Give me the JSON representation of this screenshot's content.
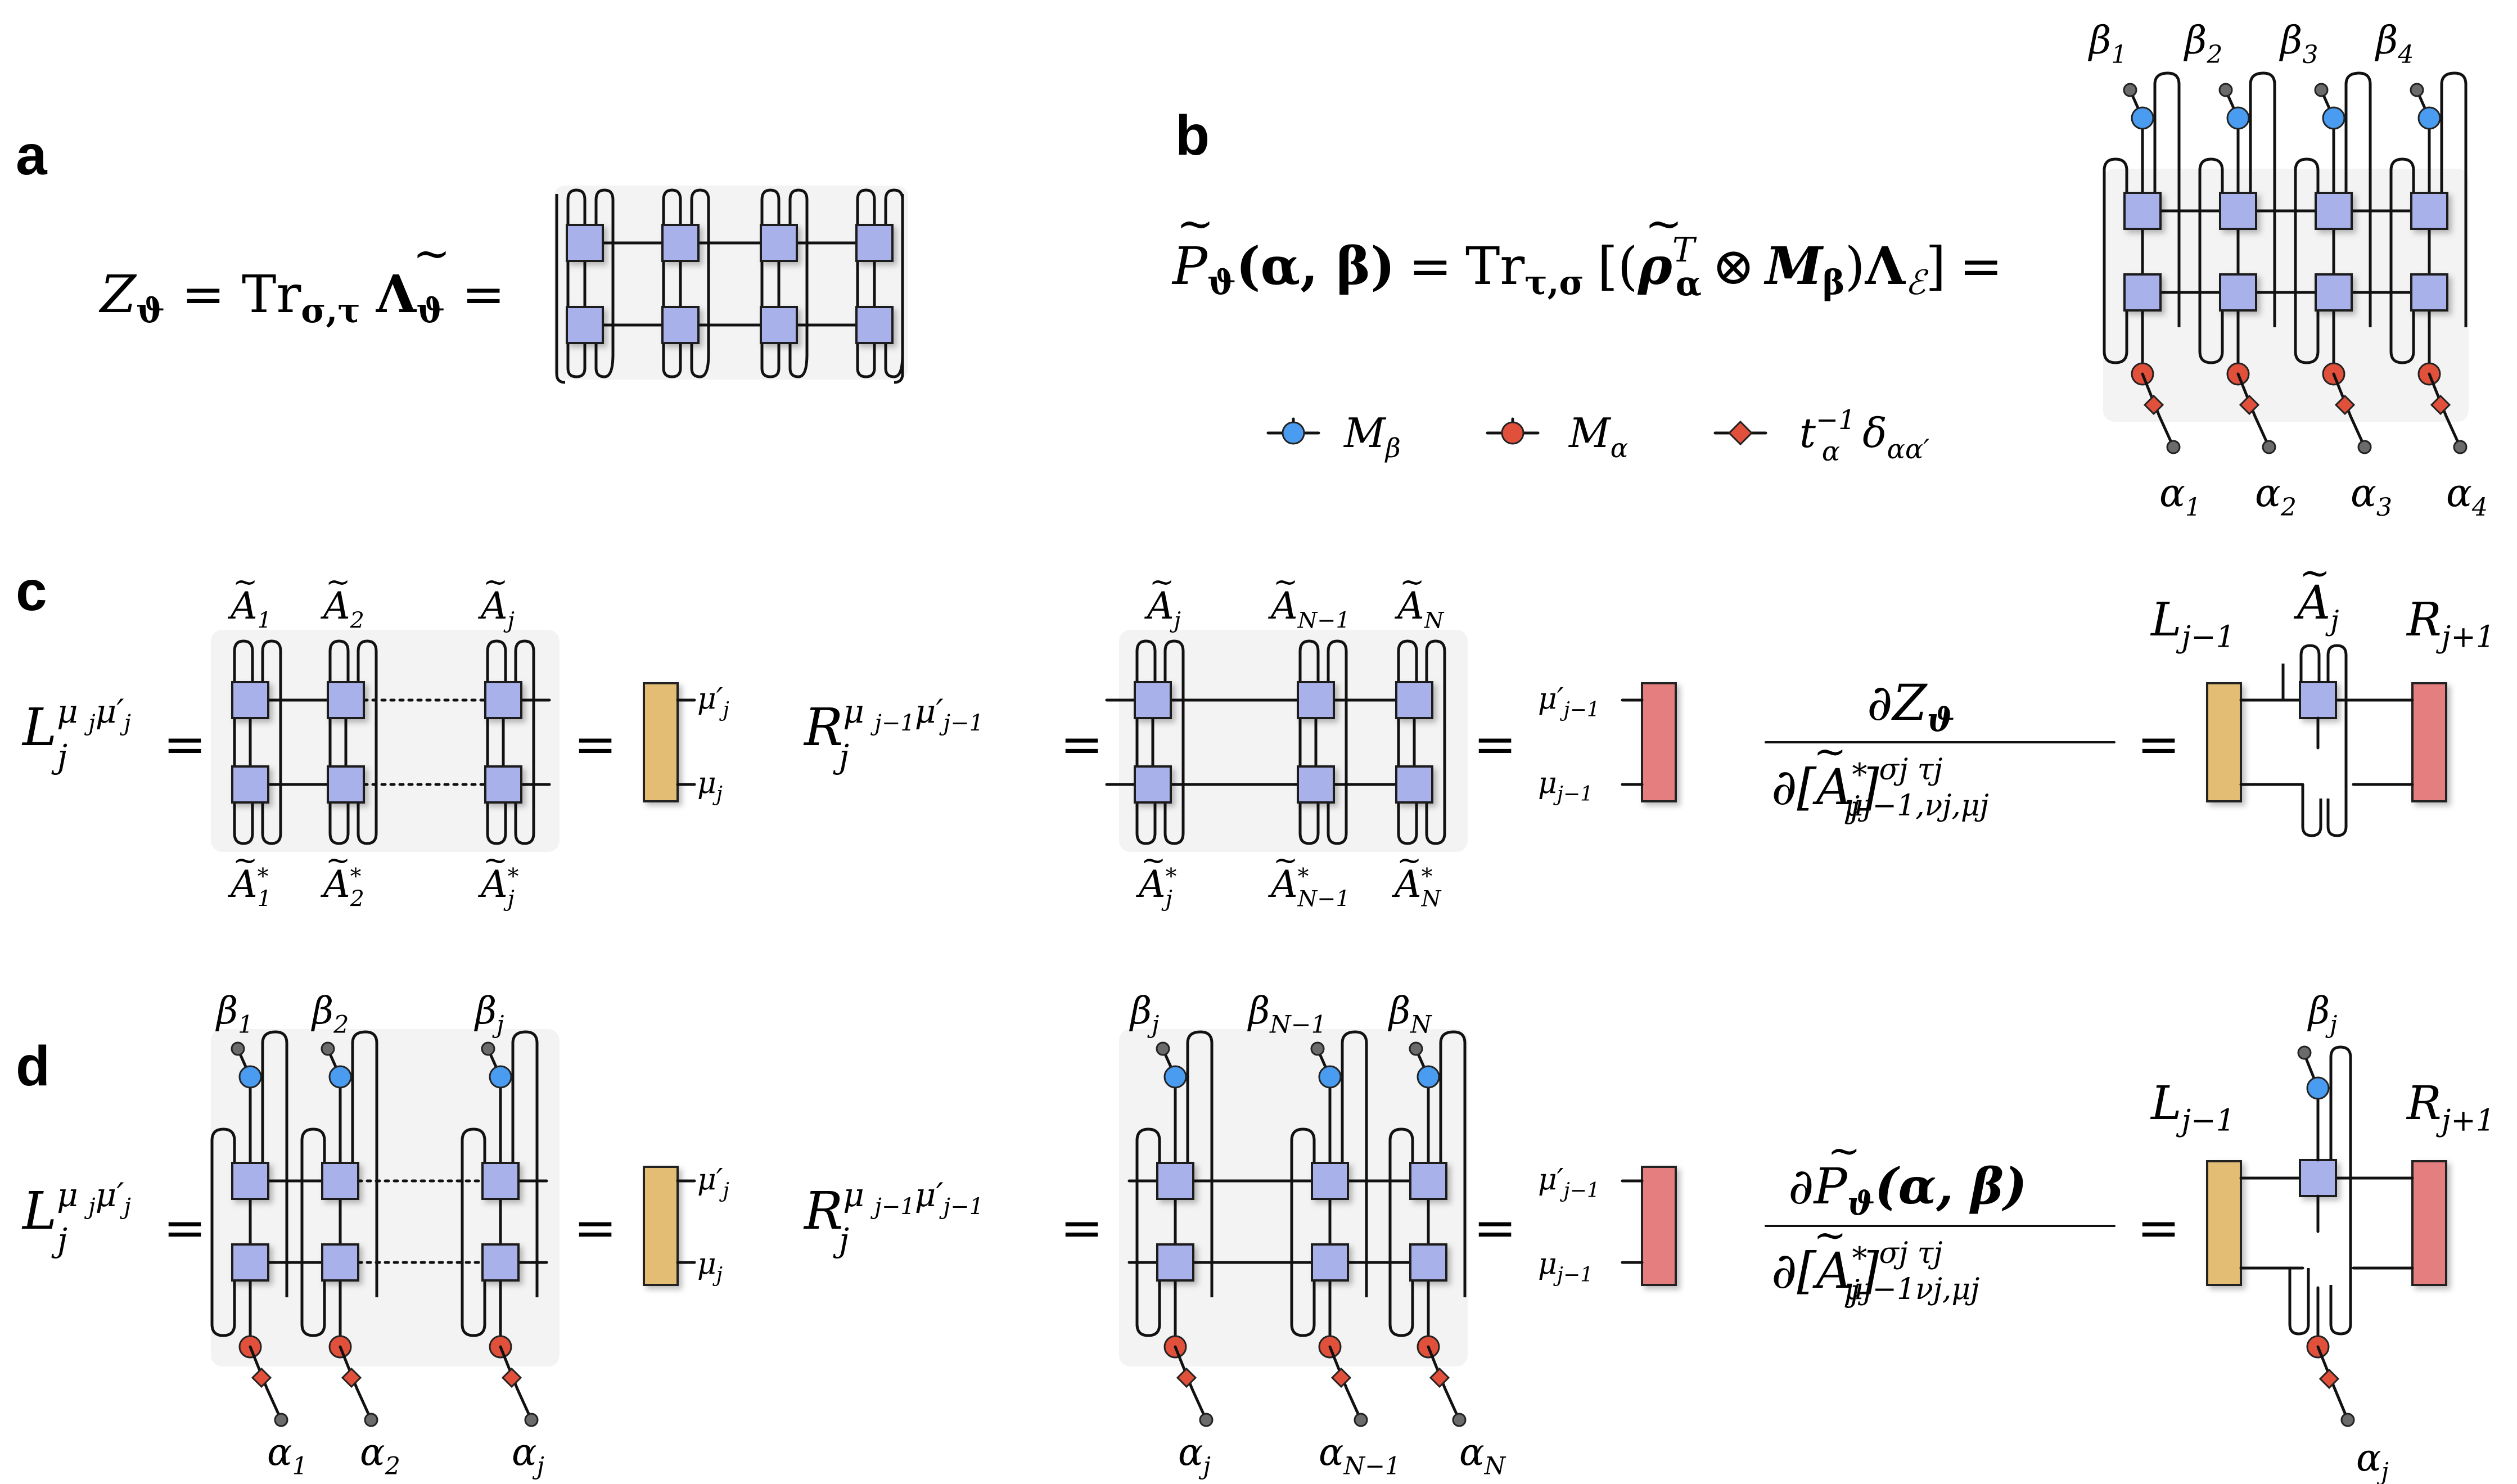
{
  "panels": {
    "a": "a",
    "b": "b",
    "c": "c",
    "d": "d"
  },
  "colors": {
    "tensor_fill": "#a9b1ea",
    "tensor_stroke": "#1a1a1a",
    "left_env": "#e2bd73",
    "right_env": "#e57e7e",
    "m_beta": "#4a9cf0",
    "m_alpha": "#e0503a",
    "t_inv": "#e0503a",
    "endpoint": "#6b6b6b",
    "shadow": "#d9d9d9"
  },
  "icons": {
    "m_beta": "blue-circle-node",
    "m_alpha": "red-circle-node",
    "t_inv": "red-diamond-node",
    "endpoint": "grey-dot"
  },
  "a": {
    "lhs": "Z",
    "lhs_sub": "ϑ",
    "eq1": "=",
    "tr": "Tr",
    "tr_sub": "σ,τ",
    "lam": "Λ",
    "lam_sub": "ϑ",
    "eq2": "="
  },
  "b": {
    "lhs": "P",
    "lhs_sub": "ϑ",
    "args": "(α, β)",
    "eq1": "=",
    "tr": "Tr",
    "tr_sub": "τ,σ",
    "rho": "ρ",
    "rho_sup": "T",
    "rho_sub": "α",
    "otimes": "⊗",
    "m": "M",
    "m_sub": "β",
    "lam": "Λ",
    "lam_sub": "ℰ",
    "eq2": "=",
    "betas": [
      "β",
      "β",
      "β",
      "β"
    ],
    "beta_idx": [
      "1",
      "2",
      "3",
      "4"
    ],
    "alphas": [
      "α",
      "α",
      "α",
      "α"
    ],
    "alpha_idx": [
      "1",
      "2",
      "3",
      "4"
    ],
    "legend": [
      {
        "sym": "M",
        "sub": "β"
      },
      {
        "sym": "M",
        "sub": "α"
      },
      {
        "sym": "t",
        "sup": "−1",
        "sub": "α",
        "extra": "δ",
        "extra_sub": "αα′"
      }
    ]
  },
  "c": {
    "L": "L",
    "L_sub": "j",
    "L_sup": "μ",
    "L_sup2": "j",
    "L_sup3": "μ′",
    "L_sup4": "j",
    "R": "R",
    "R_sub": "j",
    "R_sup": "μ",
    "R_sup2": "j−1",
    "R_sup3": "μ′",
    "R_sup4": "j−1",
    "eq": "=",
    "top_left": [
      "A",
      "A",
      "A"
    ],
    "top_left_idx": [
      "1",
      "2",
      "j"
    ],
    "bot_left": [
      "A",
      "A",
      "A"
    ],
    "bot_left_idx": [
      "1",
      "2",
      "j"
    ],
    "star": "*",
    "top_right": [
      "A",
      "A",
      "A"
    ],
    "top_right_idx": [
      "j",
      "N−1",
      "N"
    ],
    "bot_right": [
      "A",
      "A",
      "A"
    ],
    "bot_right_idx": [
      "j",
      "N−1",
      "N"
    ],
    "mu_prime_j": "μ′",
    "mu_j": "μ",
    "j": "j",
    "mu_prime_jm1": "μ′",
    "mu_jm1": "μ",
    "jm1": "j−1",
    "deriv_num": "∂Z",
    "deriv_num_sub": "ϑ",
    "deriv_den": "∂[A",
    "deriv_den_sup": "σ",
    "deriv_den_sup2": "j",
    "deriv_den_sup3": "τ",
    "deriv_den_sup4": "j",
    "deriv_den_sub": "μ",
    "deriv_den_sub2": "j−1",
    "deriv_den_sub3": ",ν",
    "deriv_den_sub4": "j",
    "deriv_den_sub5": ",μ",
    "deriv_den_sub6": "j",
    "env_L": "L",
    "env_L_sub": "j−1",
    "env_A": "A",
    "env_A_sub": "j",
    "env_R": "R",
    "env_R_sub": "j+1"
  },
  "d": {
    "betas_left": [
      "β",
      "β",
      "β"
    ],
    "betas_left_idx": [
      "1",
      "2",
      "j"
    ],
    "alphas_left": [
      "α",
      "α",
      "α"
    ],
    "alphas_left_idx": [
      "1",
      "2",
      "j"
    ],
    "betas_right": [
      "β",
      "β",
      "β"
    ],
    "betas_right_idx": [
      "j",
      "N−1",
      "N"
    ],
    "alphas_right": [
      "α",
      "α",
      "α"
    ],
    "alphas_right_idx": [
      "j",
      "N−1",
      "N"
    ],
    "deriv_num": "∂P",
    "deriv_num_sub": "ϑ",
    "deriv_num_args": "(α, β)",
    "deriv_den": "∂[A",
    "deriv_den_sup": "σ",
    "deriv_den_sup2": "j",
    "deriv_den_sup3": "τ",
    "deriv_den_sup4": "j",
    "deriv_den_sub": "μ",
    "deriv_den_sub2": "j−1",
    "deriv_den_sub3": "ν",
    "deriv_den_sub4": "j",
    "deriv_den_sub5": ",μ",
    "deriv_den_sub6": "j",
    "env_L": "L",
    "env_L_sub": "j−1",
    "env_beta": "β",
    "env_beta_sub": "j",
    "env_alpha": "α",
    "env_alpha_sub": "j",
    "env_R": "R",
    "env_R_sub": "j+1"
  }
}
